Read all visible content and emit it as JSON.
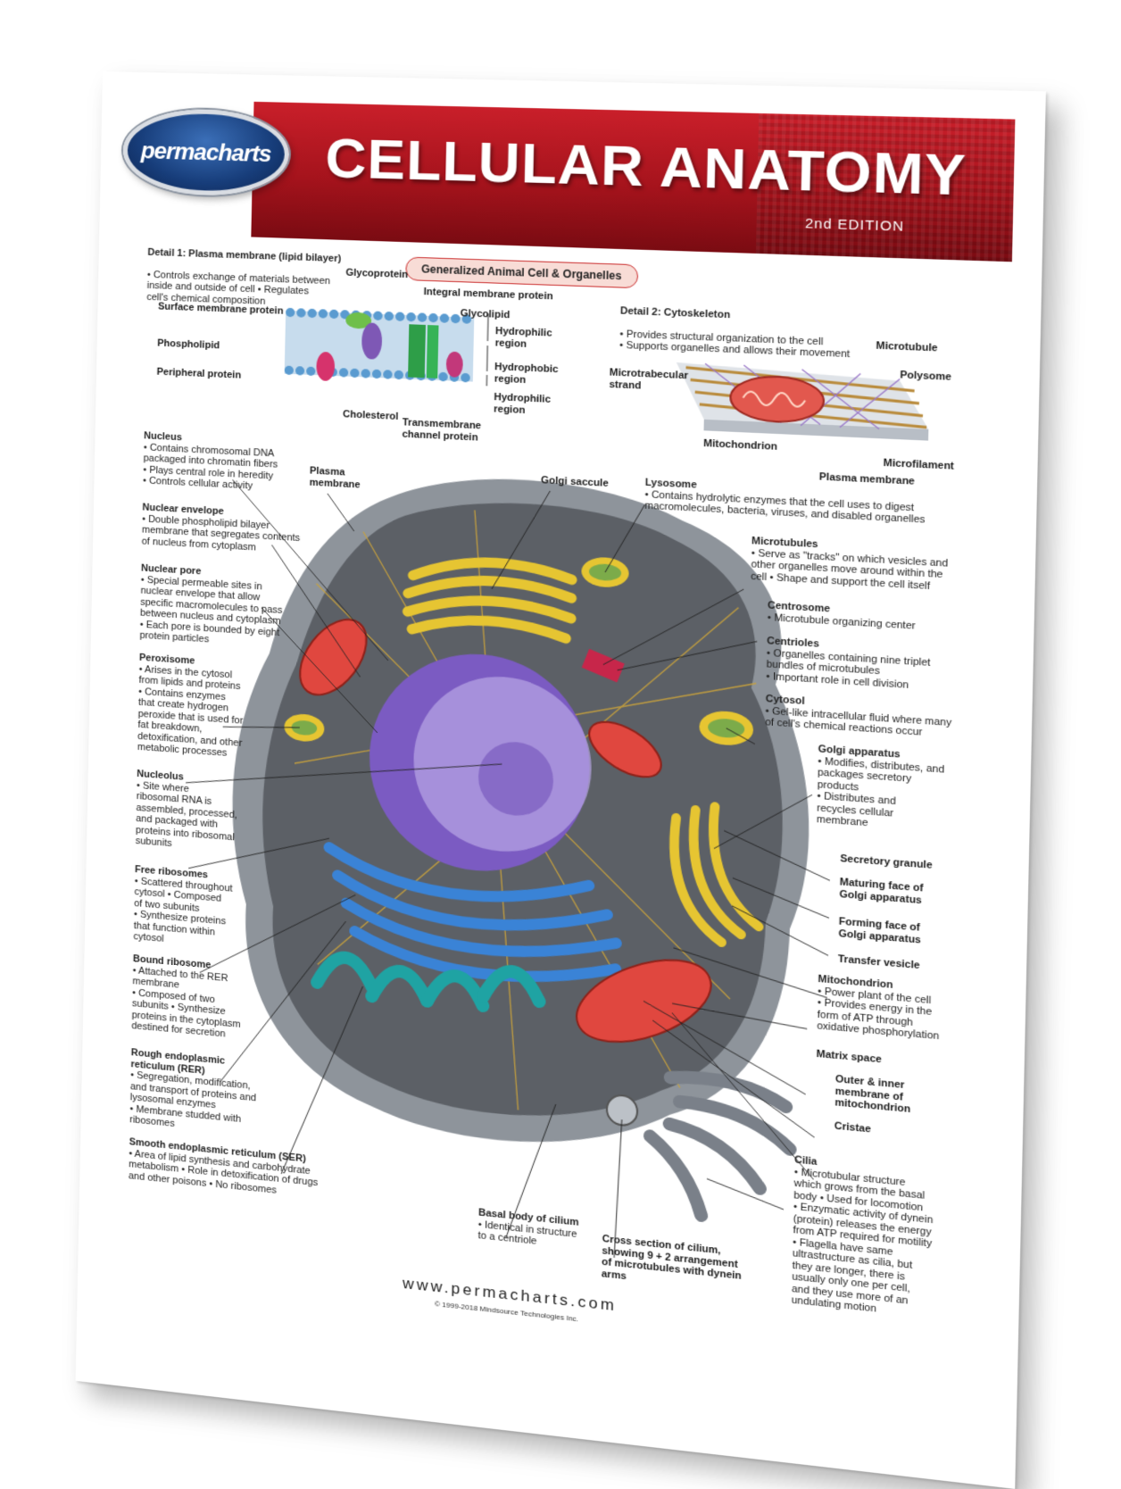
{
  "brand": {
    "logo": "permacharts",
    "title": "CELLULAR ANATOMY",
    "edition": "2nd EDITION"
  },
  "main_label": "Generalized Animal Cell & Organelles",
  "detail1": {
    "heading": "Detail 1: Plasma membrane (lipid bilayer)",
    "text": "• Controls exchange of materials between\ninside and outside of cell • Regulates\ncell's chemical composition",
    "labels": {
      "glycoprotein": "Glycoprotein",
      "integral": "Integral membrane protein",
      "glycolipid": "Glycolipid",
      "surface": "Surface membrane protein",
      "phospholipid": "Phospholipid",
      "peripheral": "Peripheral protein",
      "cholesterol": "Cholesterol",
      "channel": "Transmembrane\nchannel protein",
      "hydrophilic1": "Hydrophilic\nregion",
      "hydrophobic": "Hydrophobic\nregion",
      "hydrophilic2": "Hydrophilic\nregion"
    }
  },
  "detail2": {
    "heading": "Detail 2: Cytoskeleton",
    "text": "• Provides structural organization to the cell\n• Supports organelles and allows their movement",
    "labels": {
      "microtubule": "Microtubule",
      "polysome": "Polysome",
      "microtrabecular": "Microtrabecular\nstrand",
      "mitochondrion": "Mitochondrion",
      "microfilament": "Microfilament",
      "plasma": "Plasma membrane"
    }
  },
  "left": [
    {
      "title": "Nucleus",
      "text": "• Contains chromosomal DNA\npackaged into chromatin fibers\n• Plays central role in heredity\n• Controls cellular activity"
    },
    {
      "title": "Nuclear envelope",
      "text": "• Double phospholipid bilayer\nmembrane that segregates contents\nof nucleus from cytoplasm"
    },
    {
      "title": "Nuclear pore",
      "text": "• Special permeable sites in\nnuclear envelope that allow\nspecific macromolecules to pass\nbetween nucleus and cytoplasm\n• Each pore is bounded by eight\nprotein particles"
    },
    {
      "title": "Peroxisome",
      "text": "• Arises in the cytosol\nfrom lipids and proteins\n• Contains enzymes\nthat create hydrogen\nperoxide that is used for\nfat breakdown,\ndetoxification, and other\nmetabolic processes"
    },
    {
      "title": "Nucleolus",
      "text": "• Site where\nribosomal RNA is\nassembled, processed,\nand packaged with\nproteins into ribosomal\nsubunits"
    },
    {
      "title": "Free ribosomes",
      "text": "• Scattered throughout\ncytosol • Composed\nof two subunits\n• Synthesize proteins\nthat function within\ncytosol"
    },
    {
      "title": "Bound ribosome",
      "text": "• Attached to the RER\nmembrane\n• Composed of two\nsubunits • Synthesize\nproteins in the cytoplasm\ndestined for secretion"
    },
    {
      "title": "Rough endoplasmic\nreticulum (RER)",
      "text": "• Segregation, modification,\nand transport of proteins and\nlysosomal enzymes\n• Membrane studded with\nribosomes"
    },
    {
      "title": "Smooth endoplasmic reticulum (SER)",
      "text": "• Area of lipid synthesis and carbohydrate\nmetabolism • Role in detoxification of drugs\nand other poisons • No ribosomes"
    }
  ],
  "center": {
    "plasma_membrane": "Plasma\nmembrane",
    "golgi_saccule": "Golgi saccule",
    "basal_body": {
      "title": "Basal body of cilium",
      "text": "• Identical in structure\nto a centriole"
    },
    "cross_section": "Cross section of cilium,\nshowing 9 + 2 arrangement\nof microtubules with dynein\narms"
  },
  "right": [
    {
      "title": "Lysosome",
      "text": "• Contains hydrolytic enzymes that the cell uses to digest\nmacromolecules, bacteria, viruses, and disabled organelles"
    },
    {
      "title": "Microtubules",
      "text": "• Serve as \"tracks\" on which vesicles and\nother organelles move around within the\ncell • Shape and support the cell itself"
    },
    {
      "title": "Centrosome",
      "text": "• Microtubule organizing center"
    },
    {
      "title": "Centrioles",
      "text": "• Organelles containing nine triplet\nbundles of microtubules\n• Important role in cell division"
    },
    {
      "title": "Cytosol",
      "text": "• Gel-like intracellular fluid where many\nof cell's chemical reactions occur"
    },
    {
      "title": "Golgi apparatus",
      "text": "• Modifies, distributes, and\npackages secretory\nproducts\n  • Distributes and\n    recycles cellular\n    membrane"
    },
    {
      "title": "Secretory granule",
      "text": ""
    },
    {
      "title": "Maturing face of\nGolgi apparatus",
      "text": ""
    },
    {
      "title": "Forming face of\nGolgi apparatus",
      "text": ""
    },
    {
      "title": "Transfer vesicle",
      "text": ""
    },
    {
      "title": "Mitochondrion",
      "text": "• Power plant of the cell\n• Provides energy in the\nform of ATP through\noxidative phosphorylation"
    },
    {
      "title": "Matrix space",
      "text": ""
    },
    {
      "title": "Outer & inner\nmembrane of\nmitochondrion",
      "text": ""
    },
    {
      "title": "Cristae",
      "text": ""
    },
    {
      "title": "Cilia",
      "text": "• Microtubular structure\nwhich grows from the basal\nbody • Used for locomotion\n• Enzymatic activity of dynein\n(protein) releases the energy\nfrom ATP required for motility\n• Flagella have same\nultrastructure as cilia, but\nthey are longer, there is\nusually only one per cell,\nand they use more of an\nundulating motion"
    }
  ],
  "footer": {
    "url": "www.permacharts.com",
    "copyright": "© 1999-2018 Mindsource Technologies Inc."
  }
}
